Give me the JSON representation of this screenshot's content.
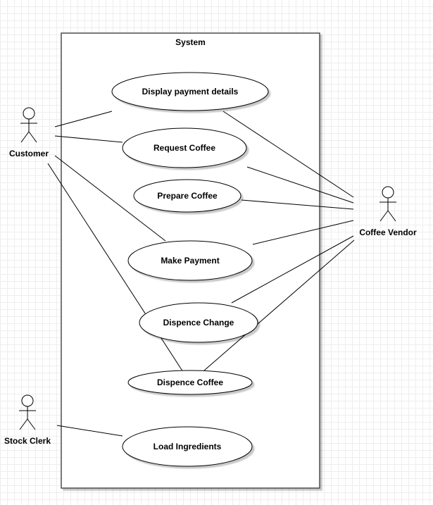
{
  "system": {
    "title": "System"
  },
  "actors": {
    "customer": {
      "label": "Customer"
    },
    "coffee_vendor": {
      "label": "Coffee Vendor"
    },
    "stock_clerk": {
      "label": "Stock Clerk"
    }
  },
  "use_cases": {
    "display_payment_details": "Display payment details",
    "request_coffee": "Request Coffee",
    "prepare_coffee": "Prepare Coffee",
    "make_payment": "Make Payment",
    "dispence_change": "Dispence Change",
    "dispence_coffee": "Dispence Coffee",
    "load_ingredients": "Load Ingredients"
  }
}
